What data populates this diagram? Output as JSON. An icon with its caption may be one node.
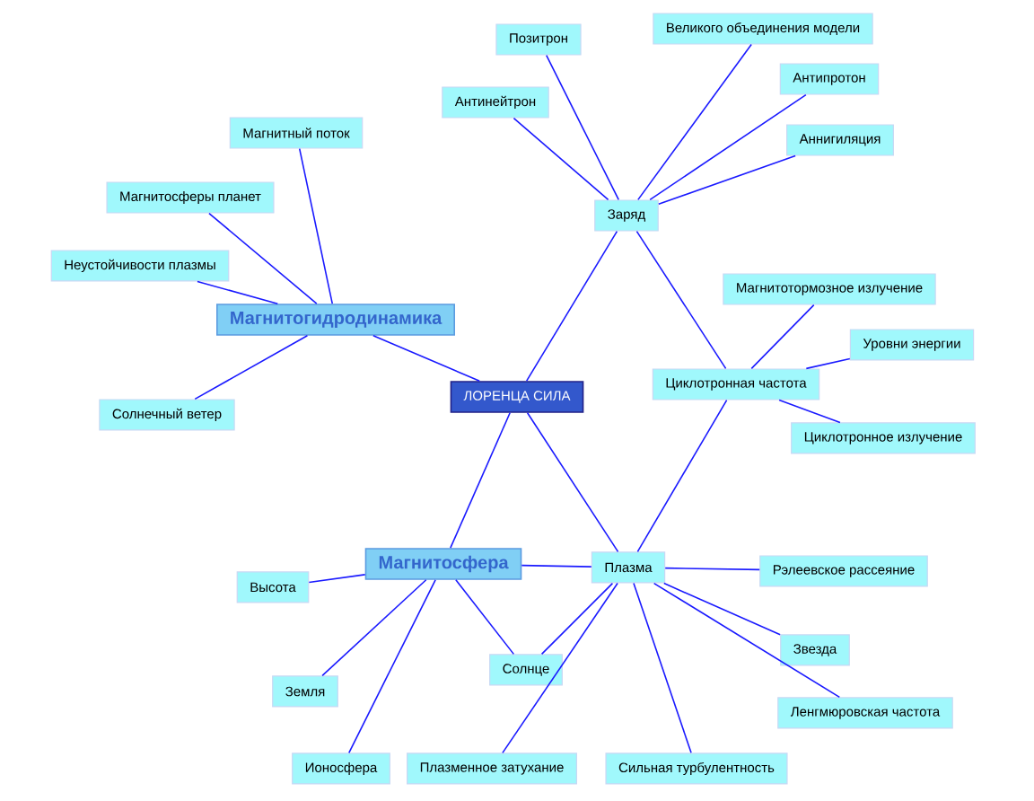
{
  "diagram": {
    "nodes": [
      {
        "text": [
          "ЛОРЕНЦА СИЛА"
        ]
      },
      {
        "text": [
          "Заряд"
        ]
      },
      {
        "text": [
          "Позитрон"
        ]
      },
      {
        "text": [
          "Великого объединения модели"
        ]
      },
      {
        "text": [
          "Антинейтрон"
        ]
      },
      {
        "text": [
          "Антипротон"
        ]
      },
      {
        "text": [
          "Аннигиляция"
        ]
      },
      {
        "text": [
          "Магнитогидродинамика"
        ]
      },
      {
        "text": [
          "Магнитный поток"
        ]
      },
      {
        "text": [
          "Магнитосферы планет"
        ]
      },
      {
        "text": [
          "Неустойчивости плазмы"
        ]
      },
      {
        "text": [
          "Солнечный ветер"
        ]
      },
      {
        "text": [
          "Циклотронная частота"
        ]
      },
      {
        "text": [
          "Магнитотормозное излучение"
        ]
      },
      {
        "text": [
          "Уровни энергии"
        ]
      },
      {
        "text": [
          "Циклотронное излучение"
        ]
      },
      {
        "text": [
          "Магнитосфера"
        ]
      },
      {
        "text": [
          "Плазма"
        ]
      },
      {
        "text": [
          "Высота"
        ]
      },
      {
        "text": [
          "Земля"
        ]
      },
      {
        "text": [
          "Солнце"
        ]
      },
      {
        "text": [
          "Ионосфера"
        ]
      },
      {
        "text": [
          "Рэлеевское рассеяние"
        ]
      },
      {
        "text": [
          "Звезда"
        ]
      },
      {
        "text": [
          "Ленгмюровская частота"
        ]
      },
      {
        "text": [
          "Плазменное затухание"
        ]
      },
      {
        "text": [
          "Сильная турбулентность"
        ]
      }
    ],
    "edges": [
      {
        "from": 0,
        "to": 1,
        "arrow": "none"
      },
      {
        "from": 0,
        "to": 7,
        "arrow": "none"
      },
      {
        "from": 0,
        "to": 16,
        "arrow": "none"
      },
      {
        "from": 0,
        "to": 17,
        "arrow": "none"
      },
      {
        "from": 1,
        "to": 2,
        "arrow": "none"
      },
      {
        "from": 1,
        "to": 3,
        "arrow": "none"
      },
      {
        "from": 1,
        "to": 4,
        "arrow": "none"
      },
      {
        "from": 1,
        "to": 5,
        "arrow": "none"
      },
      {
        "from": 1,
        "to": 6,
        "arrow": "none"
      },
      {
        "from": 1,
        "to": 12,
        "arrow": "none"
      },
      {
        "from": 7,
        "to": 8,
        "arrow": "none"
      },
      {
        "from": 7,
        "to": 9,
        "arrow": "none"
      },
      {
        "from": 7,
        "to": 10,
        "arrow": "none"
      },
      {
        "from": 7,
        "to": 11,
        "arrow": "none"
      },
      {
        "from": 12,
        "to": 13,
        "arrow": "none"
      },
      {
        "from": 12,
        "to": 14,
        "arrow": "none"
      },
      {
        "from": 12,
        "to": 15,
        "arrow": "none"
      },
      {
        "from": 12,
        "to": 17,
        "arrow": "none"
      },
      {
        "from": 16,
        "to": 17,
        "arrow": "none"
      },
      {
        "from": 16,
        "to": 18,
        "arrow": "none"
      },
      {
        "from": 16,
        "to": 19,
        "arrow": "none"
      },
      {
        "from": 16,
        "to": 20,
        "arrow": "none"
      },
      {
        "from": 16,
        "to": 21,
        "arrow": "none"
      },
      {
        "from": 17,
        "to": 20,
        "arrow": "none"
      },
      {
        "from": 17,
        "to": 22,
        "arrow": "none"
      },
      {
        "from": 17,
        "to": 23,
        "arrow": "none"
      },
      {
        "from": 17,
        "to": 24,
        "arrow": "none"
      },
      {
        "from": 17,
        "to": 25,
        "arrow": "none"
      },
      {
        "from": 17,
        "to": 26,
        "arrow": "none"
      }
    ]
  }
}
